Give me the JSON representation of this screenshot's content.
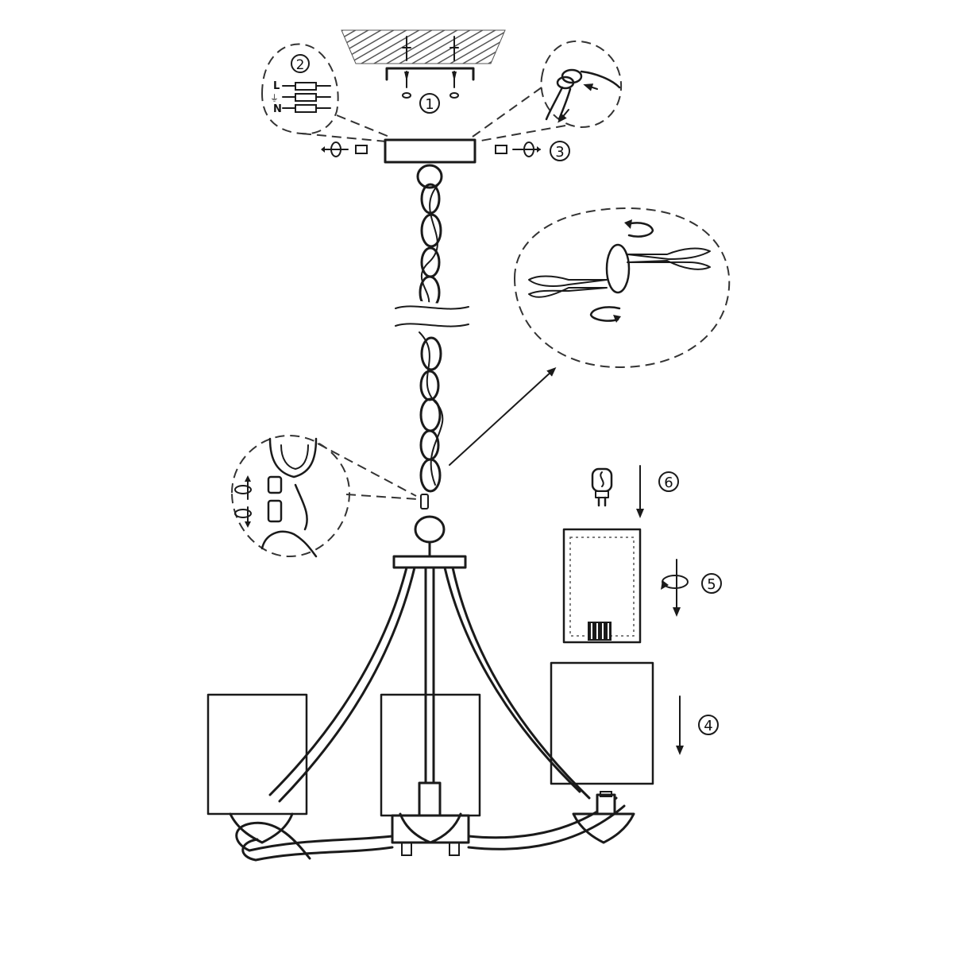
{
  "steps": [
    {
      "number": "1"
    },
    {
      "number": "2"
    },
    {
      "number": "3"
    },
    {
      "number": "4"
    },
    {
      "number": "5"
    },
    {
      "number": "6"
    }
  ],
  "wiring_terminals": [
    "L",
    "⏚",
    "N"
  ],
  "colors": {
    "line": "#1a1a1a",
    "background": "#ffffff",
    "ceiling_hatch": "#555555"
  },
  "icons": [
    "screw-icon",
    "rotate-arrow-icon",
    "pliers-icon",
    "bulb-icon",
    "down-arrow-icon"
  ]
}
